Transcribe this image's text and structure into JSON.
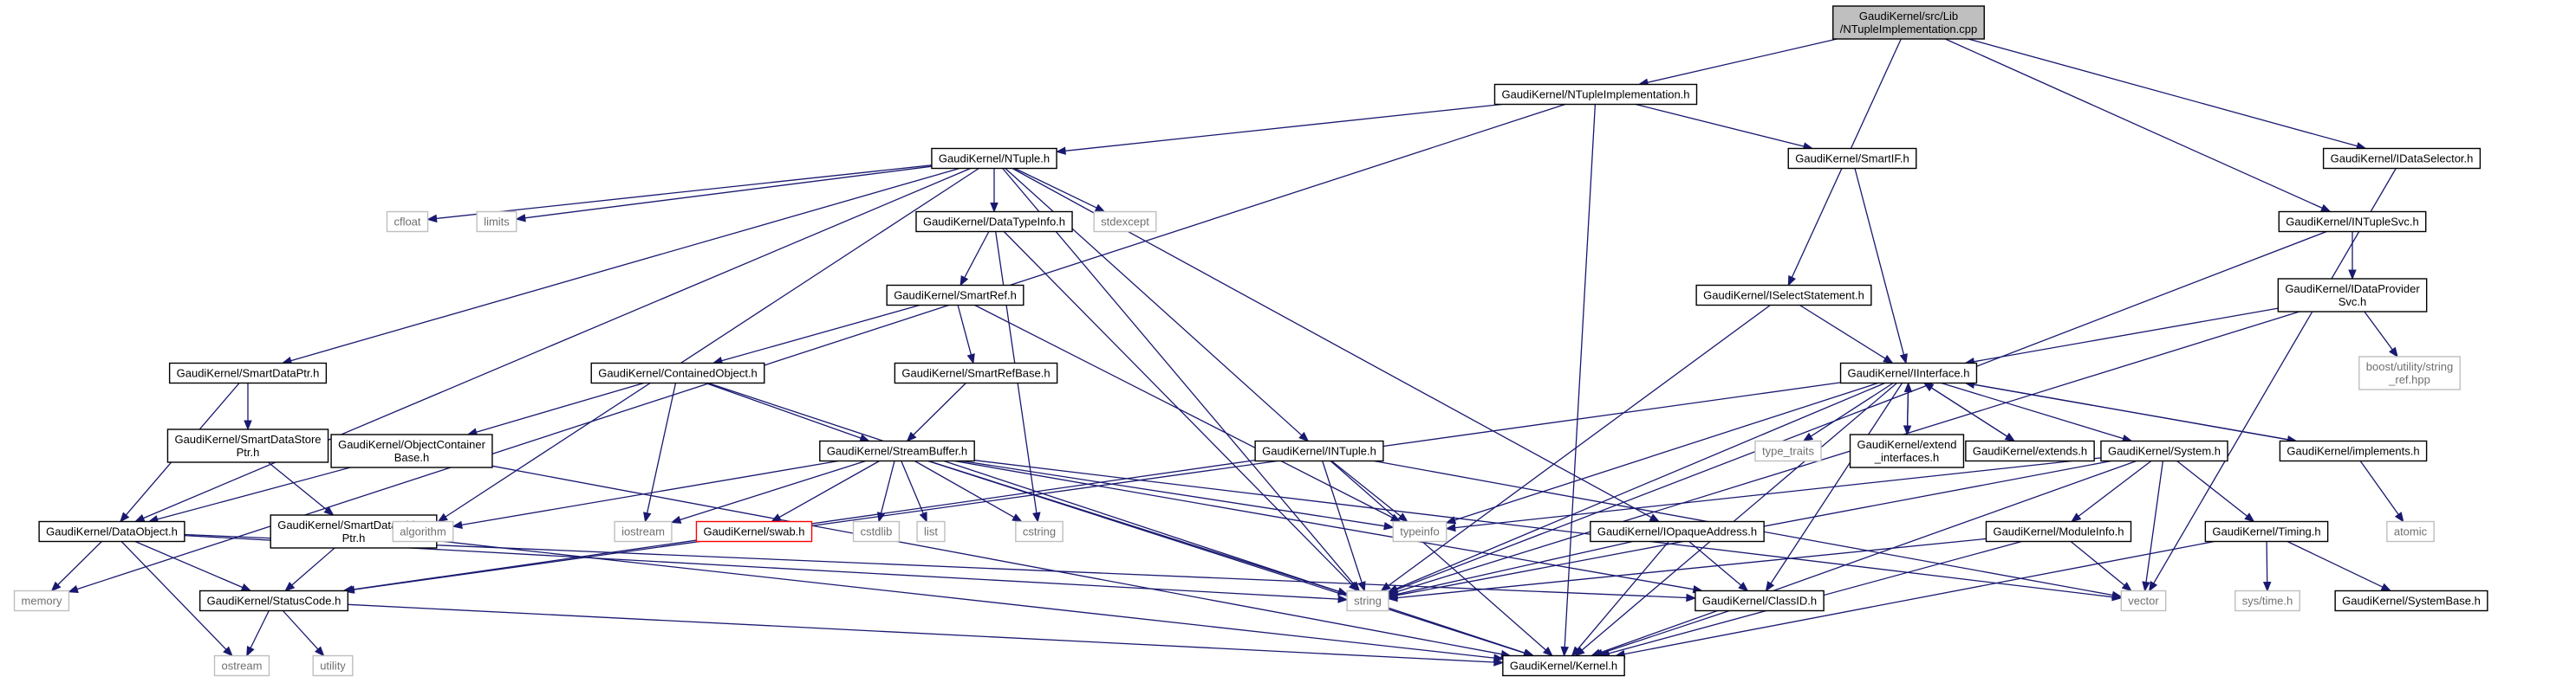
{
  "colors": {
    "edge": "#191970",
    "root_fill": "#bfbfbf",
    "node_border": "#000000",
    "external_border": "#bfbfbf",
    "external_text": "#6f6f6f",
    "missing_border": "#ff0000"
  },
  "nodes": [
    {
      "id": "root",
      "lines": [
        "GaudiKernel/src/Lib",
        "/NTupleImplementation.cpp"
      ],
      "kind": "root"
    },
    {
      "id": "ntimpl",
      "lines": [
        "GaudiKernel/NTupleImplementation.h"
      ],
      "kind": "normal"
    },
    {
      "id": "ntuple",
      "lines": [
        "GaudiKernel/NTuple.h"
      ],
      "kind": "normal"
    },
    {
      "id": "smartif",
      "lines": [
        "GaudiKernel/SmartIF.h"
      ],
      "kind": "normal"
    },
    {
      "id": "idatasel",
      "lines": [
        "GaudiKernel/IDataSelector.h"
      ],
      "kind": "normal"
    },
    {
      "id": "intuplesvc",
      "lines": [
        "GaudiKernel/INTupleSvc.h"
      ],
      "kind": "normal"
    },
    {
      "id": "cfloat",
      "lines": [
        "cfloat"
      ],
      "kind": "external"
    },
    {
      "id": "limits",
      "lines": [
        "limits"
      ],
      "kind": "external"
    },
    {
      "id": "datatypeinfo",
      "lines": [
        "GaudiKernel/DataTypeInfo.h"
      ],
      "kind": "normal"
    },
    {
      "id": "stdexcept",
      "lines": [
        "stdexcept"
      ],
      "kind": "external"
    },
    {
      "id": "smartref",
      "lines": [
        "GaudiKernel/SmartRef.h"
      ],
      "kind": "normal"
    },
    {
      "id": "iselect",
      "lines": [
        "GaudiKernel/ISelectStatement.h"
      ],
      "kind": "normal"
    },
    {
      "id": "idataprov",
      "lines": [
        "GaudiKernel/IDataProvider",
        "Svc.h"
      ],
      "kind": "normal"
    },
    {
      "id": "smartdataptr",
      "lines": [
        "GaudiKernel/SmartDataPtr.h"
      ],
      "kind": "normal"
    },
    {
      "id": "containedobj",
      "lines": [
        "GaudiKernel/ContainedObject.h"
      ],
      "kind": "normal"
    },
    {
      "id": "smartrefbase",
      "lines": [
        "GaudiKernel/SmartRefBase.h"
      ],
      "kind": "normal"
    },
    {
      "id": "iinterface",
      "lines": [
        "GaudiKernel/IInterface.h"
      ],
      "kind": "normal"
    },
    {
      "id": "boostsref",
      "lines": [
        "boost/utility/string",
        "_ref.hpp"
      ],
      "kind": "external"
    },
    {
      "id": "smartdatastore",
      "lines": [
        "GaudiKernel/SmartDataStore",
        "Ptr.h"
      ],
      "kind": "normal"
    },
    {
      "id": "objcontainer",
      "lines": [
        "GaudiKernel/ObjectContainer",
        "Base.h"
      ],
      "kind": "normal"
    },
    {
      "id": "streambuffer",
      "lines": [
        "GaudiKernel/StreamBuffer.h"
      ],
      "kind": "normal"
    },
    {
      "id": "intuple",
      "lines": [
        "GaudiKernel/INTuple.h"
      ],
      "kind": "normal"
    },
    {
      "id": "typetraits",
      "lines": [
        "type_traits"
      ],
      "kind": "external"
    },
    {
      "id": "extendif",
      "lines": [
        "GaudiKernel/extend",
        "_interfaces.h"
      ],
      "kind": "normal"
    },
    {
      "id": "extends",
      "lines": [
        "GaudiKernel/extends.h"
      ],
      "kind": "normal"
    },
    {
      "id": "system",
      "lines": [
        "GaudiKernel/System.h"
      ],
      "kind": "normal"
    },
    {
      "id": "implements",
      "lines": [
        "GaudiKernel/implements.h"
      ],
      "kind": "normal"
    },
    {
      "id": "smartdataobj",
      "lines": [
        "GaudiKernel/SmartDataObject",
        "Ptr.h"
      ],
      "kind": "normal"
    },
    {
      "id": "dataobject",
      "lines": [
        "GaudiKernel/DataObject.h"
      ],
      "kind": "normal"
    },
    {
      "id": "algorithm",
      "lines": [
        "algorithm"
      ],
      "kind": "external"
    },
    {
      "id": "iostream",
      "lines": [
        "iostream"
      ],
      "kind": "external"
    },
    {
      "id": "swab",
      "lines": [
        "GaudiKernel/swab.h"
      ],
      "kind": "missing"
    },
    {
      "id": "cstdlib",
      "lines": [
        "cstdlib"
      ],
      "kind": "external"
    },
    {
      "id": "list",
      "lines": [
        "list"
      ],
      "kind": "external"
    },
    {
      "id": "cstring",
      "lines": [
        "cstring"
      ],
      "kind": "external"
    },
    {
      "id": "typeinfo",
      "lines": [
        "typeinfo"
      ],
      "kind": "external"
    },
    {
      "id": "iopaque",
      "lines": [
        "GaudiKernel/IOpaqueAddress.h"
      ],
      "kind": "normal"
    },
    {
      "id": "moduleinfo",
      "lines": [
        "GaudiKernel/ModuleInfo.h"
      ],
      "kind": "normal"
    },
    {
      "id": "timing",
      "lines": [
        "GaudiKernel/Timing.h"
      ],
      "kind": "normal"
    },
    {
      "id": "atomic",
      "lines": [
        "atomic"
      ],
      "kind": "external"
    },
    {
      "id": "memory",
      "lines": [
        "memory"
      ],
      "kind": "external"
    },
    {
      "id": "statuscode",
      "lines": [
        "GaudiKernel/StatusCode.h"
      ],
      "kind": "normal"
    },
    {
      "id": "string",
      "lines": [
        "string"
      ],
      "kind": "external"
    },
    {
      "id": "vector",
      "lines": [
        "vector"
      ],
      "kind": "external"
    },
    {
      "id": "classid",
      "lines": [
        "GaudiKernel/ClassID.h"
      ],
      "kind": "normal"
    },
    {
      "id": "systime",
      "lines": [
        "sys/time.h"
      ],
      "kind": "external"
    },
    {
      "id": "systembase",
      "lines": [
        "GaudiKernel/SystemBase.h"
      ],
      "kind": "normal"
    },
    {
      "id": "ostream",
      "lines": [
        "ostream"
      ],
      "kind": "external"
    },
    {
      "id": "utility",
      "lines": [
        "utility"
      ],
      "kind": "external"
    },
    {
      "id": "kernel",
      "lines": [
        "GaudiKernel/Kernel.h"
      ],
      "kind": "normal"
    }
  ],
  "edges": [
    [
      "root",
      "ntimpl"
    ],
    [
      "root",
      "iselect"
    ],
    [
      "root",
      "intuplesvc"
    ],
    [
      "root",
      "idatasel"
    ],
    [
      "ntimpl",
      "ntuple"
    ],
    [
      "ntimpl",
      "smartif"
    ],
    [
      "ntimpl",
      "memory"
    ],
    [
      "ntimpl",
      "kernel"
    ],
    [
      "ntuple",
      "cfloat"
    ],
    [
      "ntuple",
      "limits"
    ],
    [
      "ntuple",
      "datatypeinfo"
    ],
    [
      "ntuple",
      "stdexcept"
    ],
    [
      "ntuple",
      "smartdataptr"
    ],
    [
      "ntuple",
      "dataobject"
    ],
    [
      "ntuple",
      "algorithm"
    ],
    [
      "ntuple",
      "intuple"
    ],
    [
      "ntuple",
      "iopaque"
    ],
    [
      "ntuple",
      "string"
    ],
    [
      "smartif",
      "iinterface"
    ],
    [
      "idatasel",
      "vector"
    ],
    [
      "intuplesvc",
      "idataprov"
    ],
    [
      "intuplesvc",
      "string"
    ],
    [
      "datatypeinfo",
      "smartref"
    ],
    [
      "datatypeinfo",
      "cstring"
    ],
    [
      "datatypeinfo",
      "string"
    ],
    [
      "smartref",
      "containedobj"
    ],
    [
      "smartref",
      "smartrefbase"
    ],
    [
      "smartref",
      "typeinfo"
    ],
    [
      "iselect",
      "iinterface"
    ],
    [
      "iselect",
      "string"
    ],
    [
      "idataprov",
      "iinterface"
    ],
    [
      "idataprov",
      "boostsref"
    ],
    [
      "idataprov",
      "string"
    ],
    [
      "smartdataptr",
      "smartdatastore"
    ],
    [
      "smartdataptr",
      "dataobject"
    ],
    [
      "containedobj",
      "objcontainer"
    ],
    [
      "containedobj",
      "streambuffer"
    ],
    [
      "containedobj",
      "iostream"
    ],
    [
      "containedobj",
      "kernel"
    ],
    [
      "smartrefbase",
      "streambuffer"
    ],
    [
      "iinterface",
      "typetraits"
    ],
    [
      "iinterface",
      "extendif"
    ],
    [
      "iinterface",
      "extends"
    ],
    [
      "iinterface",
      "implements"
    ],
    [
      "iinterface",
      "system"
    ],
    [
      "iinterface",
      "typeinfo"
    ],
    [
      "iinterface",
      "statuscode"
    ],
    [
      "iinterface",
      "string"
    ],
    [
      "iinterface",
      "kernel"
    ],
    [
      "iinterface",
      "classid"
    ],
    [
      "smartdatastore",
      "smartdataobj"
    ],
    [
      "objcontainer",
      "dataobject"
    ],
    [
      "objcontainer",
      "kernel"
    ],
    [
      "streambuffer",
      "algorithm"
    ],
    [
      "streambuffer",
      "iostream"
    ],
    [
      "streambuffer",
      "swab"
    ],
    [
      "streambuffer",
      "cstdlib"
    ],
    [
      "streambuffer",
      "list"
    ],
    [
      "streambuffer",
      "cstring"
    ],
    [
      "streambuffer",
      "typeinfo"
    ],
    [
      "streambuffer",
      "string"
    ],
    [
      "streambuffer",
      "vector"
    ],
    [
      "streambuffer",
      "kernel"
    ],
    [
      "streambuffer",
      "classid"
    ],
    [
      "intuple",
      "typeinfo"
    ],
    [
      "intuple",
      "string"
    ],
    [
      "intuple",
      "statuscode"
    ],
    [
      "intuple",
      "vector"
    ],
    [
      "intuple",
      "kernel"
    ],
    [
      "extendif",
      "iinterface"
    ],
    [
      "extends",
      "iinterface"
    ],
    [
      "implements",
      "iinterface"
    ],
    [
      "implements",
      "atomic"
    ],
    [
      "system",
      "typeinfo"
    ],
    [
      "system",
      "moduleinfo"
    ],
    [
      "system",
      "timing"
    ],
    [
      "system",
      "string"
    ],
    [
      "system",
      "vector"
    ],
    [
      "system",
      "kernel"
    ],
    [
      "smartdataobj",
      "statuscode"
    ],
    [
      "smartdataobj",
      "kernel"
    ],
    [
      "dataobject",
      "memory"
    ],
    [
      "dataobject",
      "statuscode"
    ],
    [
      "dataobject",
      "ostream"
    ],
    [
      "dataobject",
      "classid"
    ],
    [
      "dataobject",
      "string"
    ],
    [
      "iopaque",
      "string"
    ],
    [
      "iopaque",
      "classid"
    ],
    [
      "iopaque",
      "kernel"
    ],
    [
      "moduleinfo",
      "string"
    ],
    [
      "moduleinfo",
      "vector"
    ],
    [
      "moduleinfo",
      "kernel"
    ],
    [
      "timing",
      "systime"
    ],
    [
      "timing",
      "systembase"
    ],
    [
      "timing",
      "kernel"
    ],
    [
      "statuscode",
      "ostream"
    ],
    [
      "statuscode",
      "utility"
    ],
    [
      "statuscode",
      "kernel"
    ],
    [
      "classid",
      "kernel"
    ]
  ]
}
